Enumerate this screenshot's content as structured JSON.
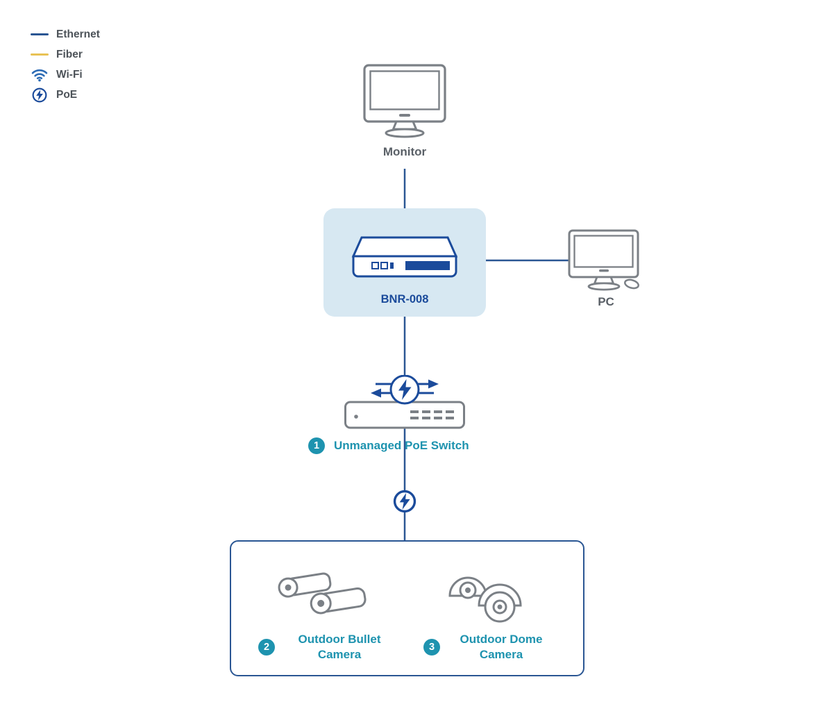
{
  "legend": {
    "items": [
      {
        "id": "ethernet",
        "label": "Ethernet",
        "icon": "ethernet-line-icon",
        "color": "#2a5693"
      },
      {
        "id": "fiber",
        "label": "Fiber",
        "icon": "fiber-line-icon",
        "color": "#e8c254"
      },
      {
        "id": "wifi",
        "label": "Wi-Fi",
        "icon": "wifi-icon",
        "color": "#2d6cb5"
      },
      {
        "id": "poe",
        "label": "PoE",
        "icon": "poe-bolt-icon",
        "color": "#1b4b9b"
      }
    ]
  },
  "nodes": {
    "monitor": {
      "label": "Monitor"
    },
    "nvr": {
      "label": "BNR-008"
    },
    "pc": {
      "label": "PC"
    },
    "poe_switch": {
      "badge": "1",
      "label": "Unmanaged PoE Switch"
    },
    "bullet_camera": {
      "badge": "2",
      "label_lines": [
        "Outdoor Bullet",
        "Camera"
      ]
    },
    "dome_camera": {
      "badge": "3",
      "label_lines": [
        "Outdoor Dome",
        "Camera"
      ]
    }
  },
  "connections": [
    {
      "from": "monitor",
      "to": "nvr",
      "type": "ethernet"
    },
    {
      "from": "nvr",
      "to": "pc",
      "type": "ethernet"
    },
    {
      "from": "nvr",
      "to": "poe_switch",
      "type": "ethernet"
    },
    {
      "from": "poe_switch",
      "to": "cameras",
      "type": "ethernet-poe"
    }
  ],
  "colors": {
    "ethernet": "#2a5693",
    "fiber": "#e8c254",
    "wifi": "#2d6cb5",
    "navy": "#1b4b9b",
    "teal": "#1e93af",
    "device_gray": "#7b8086",
    "nvr_box_fill": "#d7e8f2",
    "camera_box_border": "#2a5693"
  }
}
